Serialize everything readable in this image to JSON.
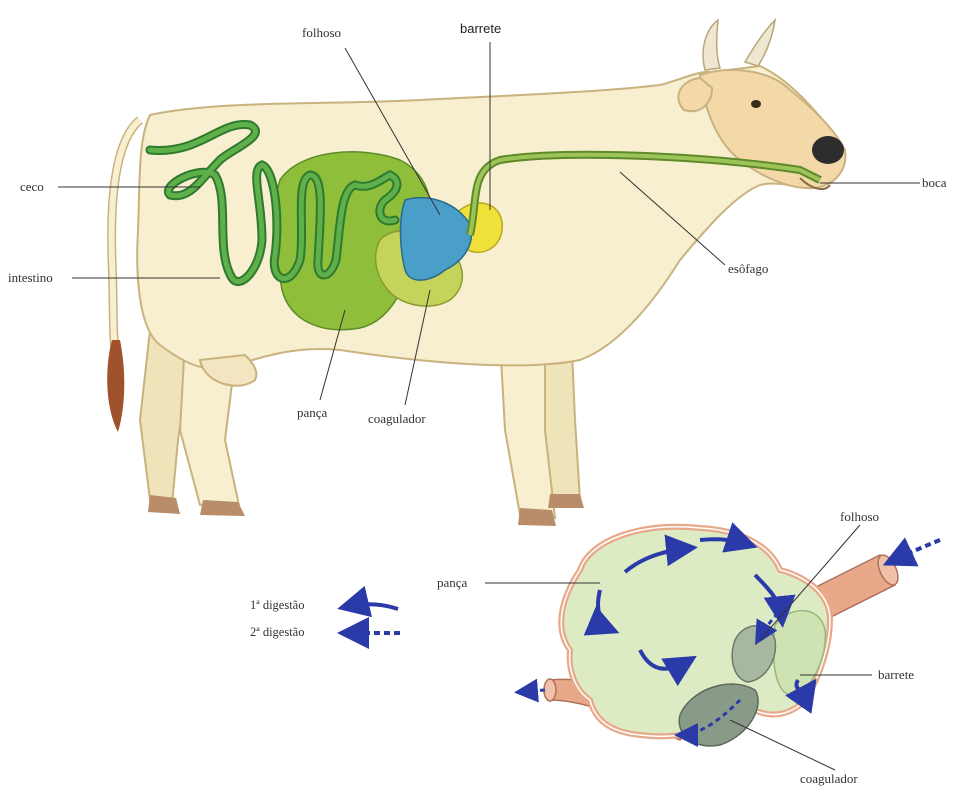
{
  "cow_labels": {
    "folhoso": "folhoso",
    "barrete": "barrete",
    "ceco": "ceco",
    "intestino": "intestino",
    "boca": "boca",
    "esofago": "esôfago",
    "panca": "pança",
    "coagulador": "coagulador"
  },
  "legend": {
    "first": "1ª digestão",
    "second": "2ª digestão"
  },
  "stomach_labels": {
    "folhoso": "folhoso",
    "panca": "pança",
    "barrete": "barrete",
    "coagulador": "coagulador"
  },
  "colors": {
    "cow_body": "#f7efcf",
    "cow_outline": "#c9b27e",
    "panca": "#8fbf3a",
    "intestine": "#3f9a3a",
    "folhoso": "#4a9fc9",
    "barrete": "#f0e03a",
    "coagulador": "#c4d45a",
    "stomach_fill": "#dcebc4",
    "tube": "#e8a98a",
    "arrow": "#2a3aa8",
    "tail_tip": "#a0522d"
  }
}
